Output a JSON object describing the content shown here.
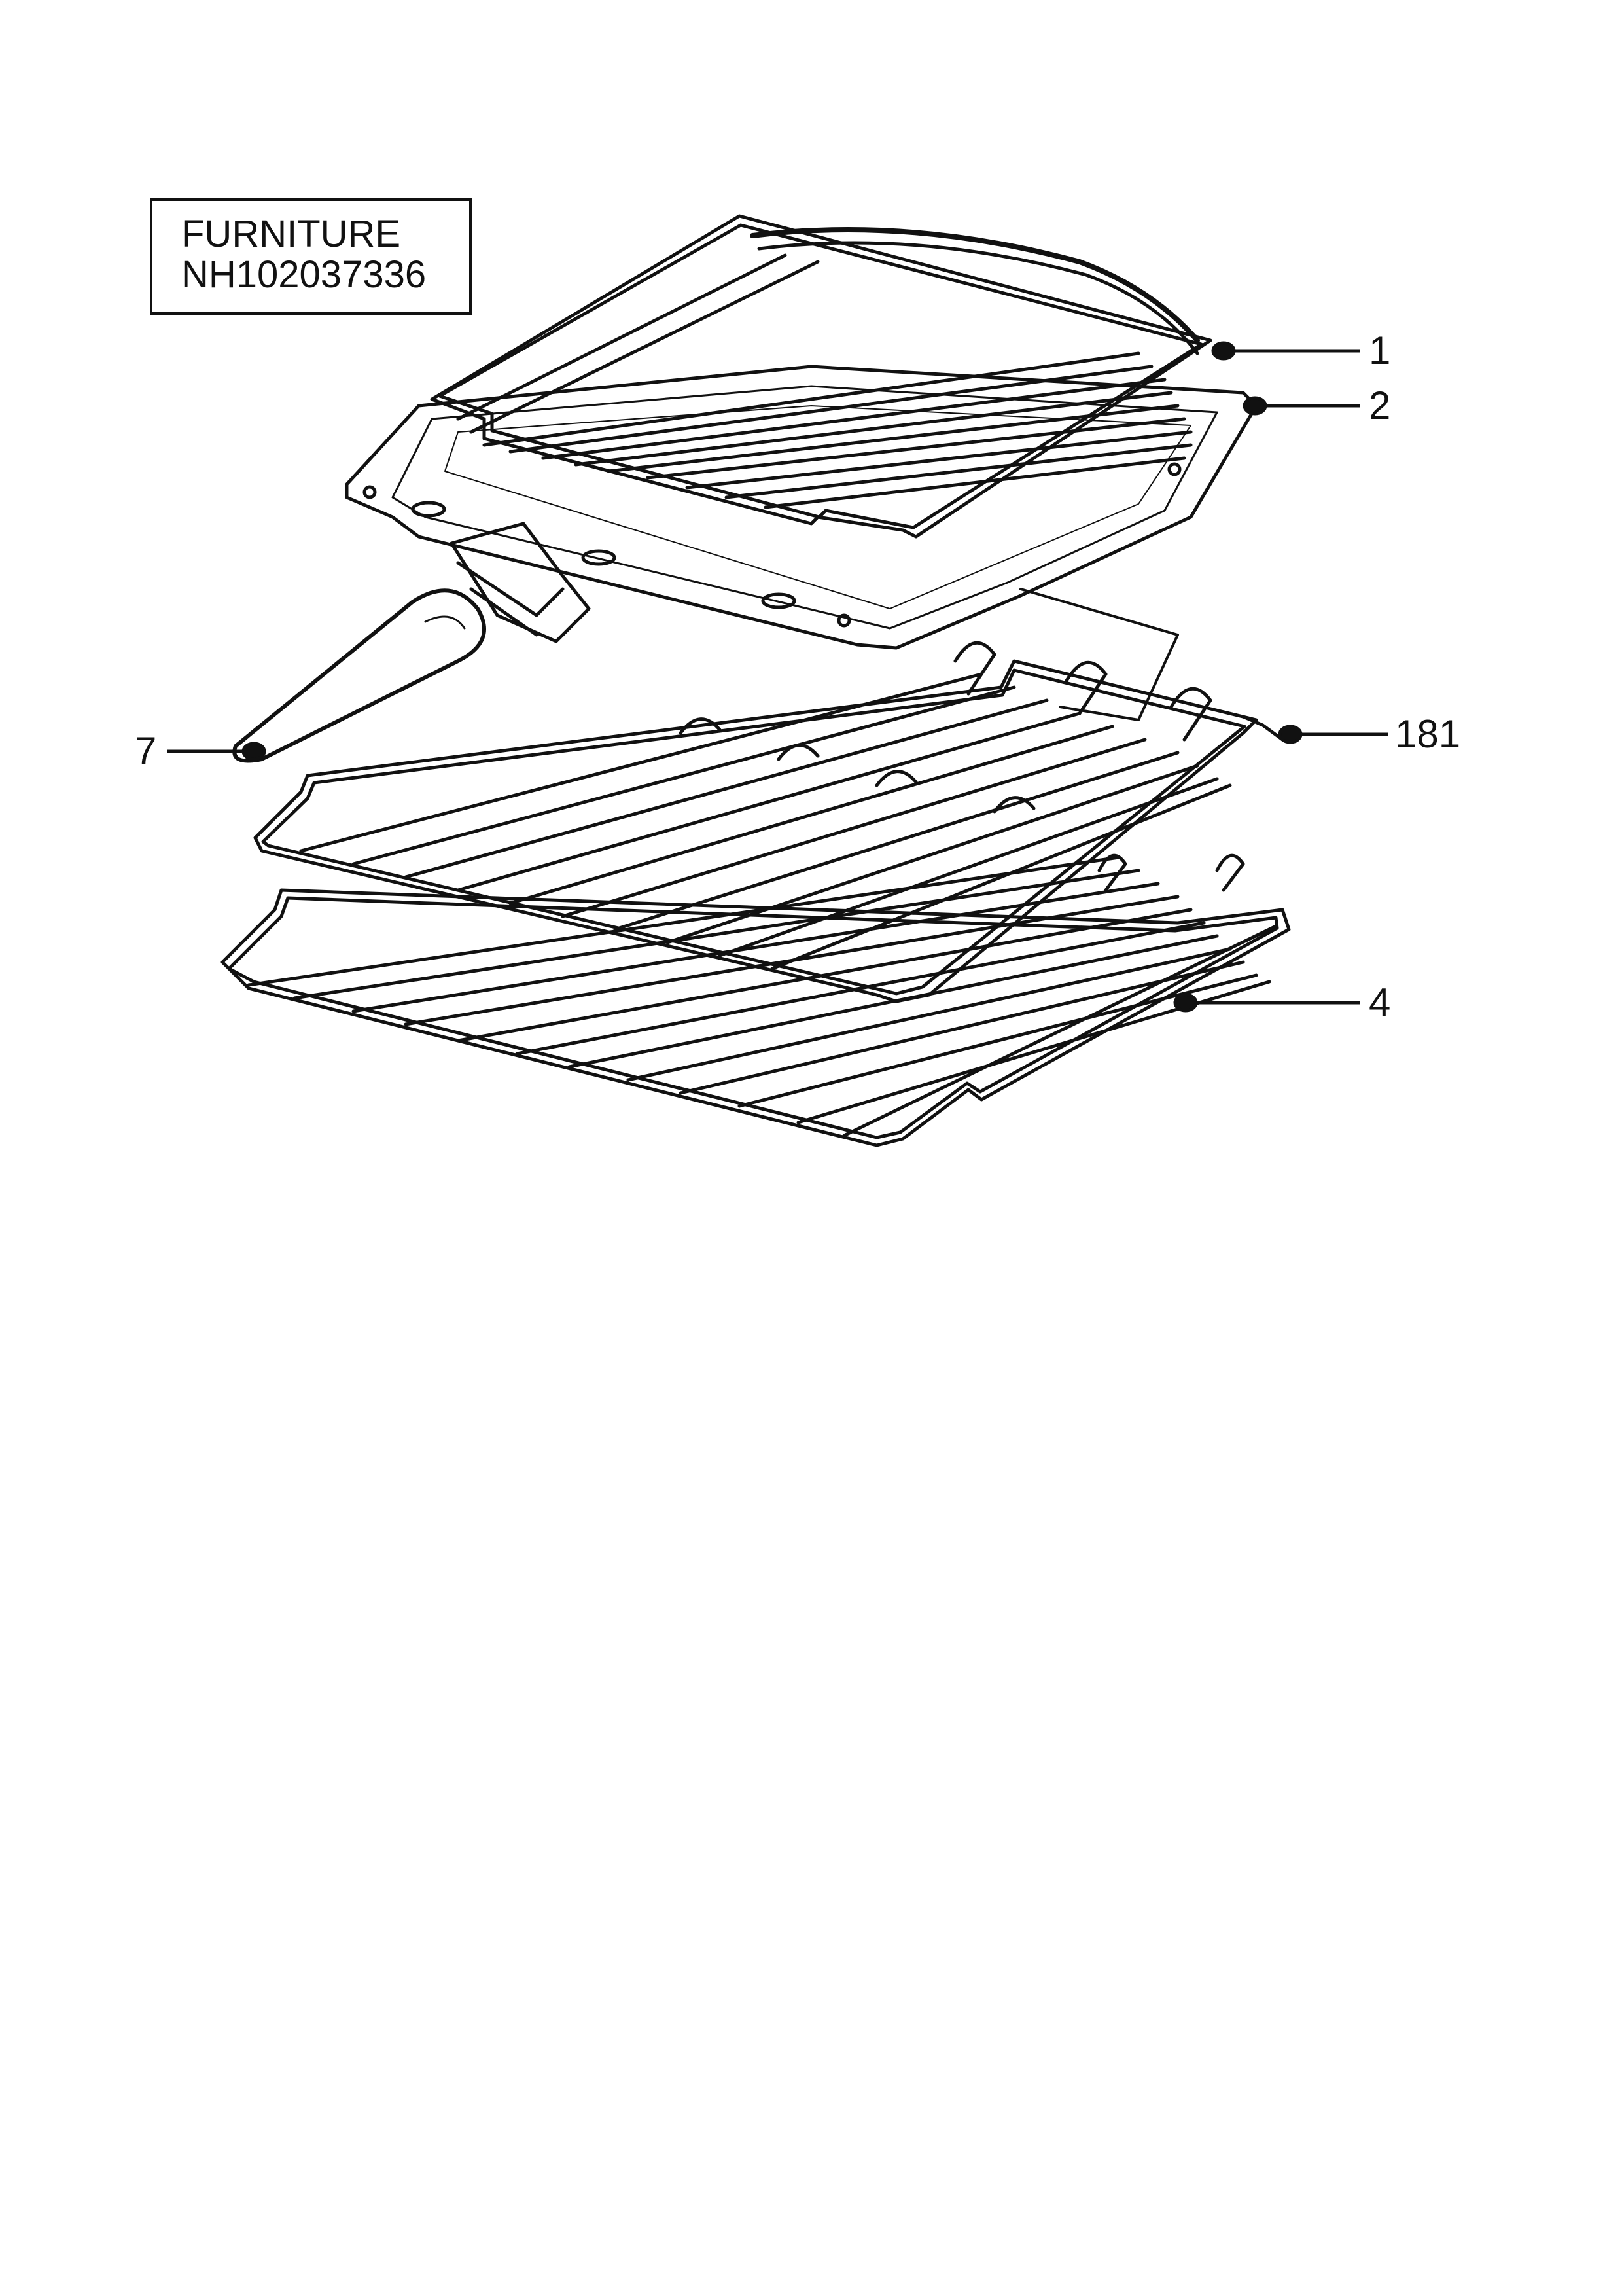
{
  "title_box": {
    "line1": "FURNITURE",
    "line2": "NH102037336"
  },
  "callouts": {
    "shelf_grid": "1",
    "grill_pan": "2",
    "wire_shelf": "4",
    "handle": "7",
    "rack_runner": "181"
  },
  "colors": {
    "line": "#111111",
    "background": "#ffffff"
  }
}
